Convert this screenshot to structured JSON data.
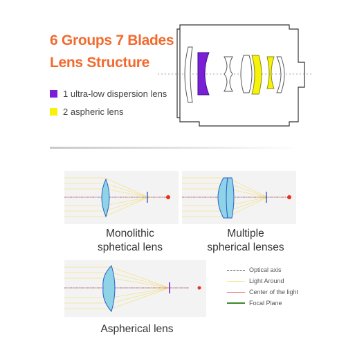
{
  "heading": {
    "line1": "6 Groups 7 Blades",
    "line2": "Lens Structure"
  },
  "legend": [
    {
      "label": "1 ultra-low dispersion lens",
      "color": "#7a1fd6"
    },
    {
      "label": "2 aspheric lens",
      "color": "#f7f20a"
    }
  ],
  "panels": {
    "monolithic": {
      "line1": "Monolithic",
      "line2": "sphetical lens"
    },
    "multiple": {
      "line1": "Multiple",
      "line2": "spherical lenses"
    },
    "aspherical": {
      "label": "Aspherical lens"
    }
  },
  "key": [
    {
      "label": "Optical axis",
      "color": "#555555",
      "style": "dash-dot"
    },
    {
      "label": "Light Around",
      "color": "#f3e38a",
      "style": "solid"
    },
    {
      "label": "Center of the light",
      "color": "#e88a8a",
      "style": "solid"
    },
    {
      "label": "Focal Plane",
      "color": "#3a8a2a",
      "style": "solid"
    }
  ],
  "colors": {
    "title": "#f26a2e",
    "ud_lens": "#7a1fd6",
    "aspheric_lens": "#f7f20a",
    "lens_outline": "#2a5fc4",
    "lens_fill": "#8fd3e8",
    "focal_dot": "#e8321e"
  }
}
